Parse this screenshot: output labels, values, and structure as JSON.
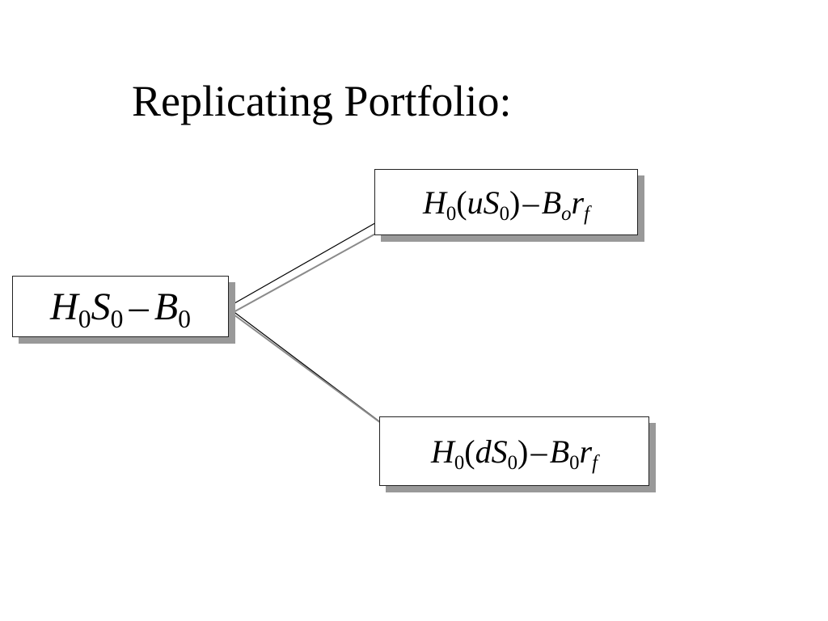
{
  "slide": {
    "title": "Replicating Portfolio:"
  },
  "root": {
    "H": "H",
    "H_sub": "0",
    "S": "S",
    "S_sub": "0",
    "minus": "–",
    "B": "B",
    "B_sub": "0"
  },
  "up": {
    "H": "H",
    "H_sub": "0",
    "open": "(",
    "u": "u",
    "S": "S",
    "S_sub": "0",
    "close": ")",
    "minus": "–",
    "B": "B",
    "B_sub": "o",
    "r": "r",
    "r_sub": "f"
  },
  "down": {
    "H": "H",
    "H_sub": "0",
    "open": "(",
    "d": "d",
    "S": "S",
    "S_sub": "0",
    "close": ")",
    "minus": "–",
    "B": "B",
    "B_sub": "0",
    "r": "r",
    "r_sub": "f"
  },
  "colors": {
    "border": "#222222",
    "shadow": "#999999",
    "connector_dark": "#000000",
    "connector_light": "#8a8a8a"
  }
}
